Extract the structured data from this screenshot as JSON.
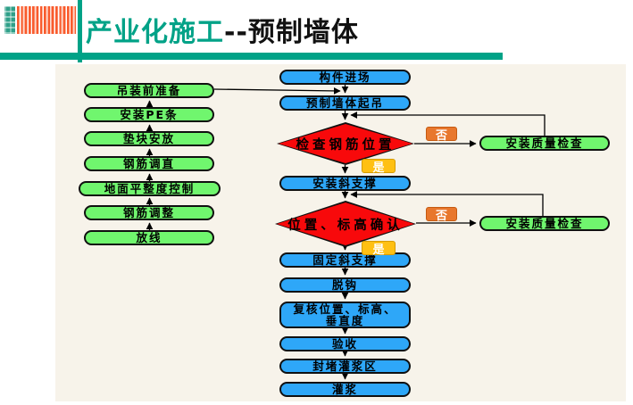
{
  "header": {
    "title_primary": "产业化施工",
    "title_secondary": "--预制墙体"
  },
  "flowchart": {
    "left_column": [
      {
        "label": "吊装前准备"
      },
      {
        "label": "安装PE条"
      },
      {
        "label": "垫块安放"
      },
      {
        "label": "钢筋调直"
      },
      {
        "label": "地面平整度控制"
      },
      {
        "label": "钢筋调整"
      },
      {
        "label": "放线"
      }
    ],
    "main_column": [
      {
        "label": "构件进场",
        "type": "process"
      },
      {
        "label": "预制墙体起吊",
        "type": "process"
      },
      {
        "label": "检查钢筋位置",
        "type": "decision"
      },
      {
        "label": "安装斜支撑",
        "type": "process"
      },
      {
        "label": "位置、标高确认",
        "type": "decision"
      },
      {
        "label": "固定斜支撑",
        "type": "process"
      },
      {
        "label": "脱钩",
        "type": "process"
      },
      {
        "label": "复核位置、标高、垂直度",
        "type": "process"
      },
      {
        "label": "验收",
        "type": "process"
      },
      {
        "label": "封堵灌浆区",
        "type": "process"
      },
      {
        "label": "灌浆",
        "type": "process"
      }
    ],
    "side_boxes": [
      {
        "label": "安装质量检查"
      },
      {
        "label": "安装质量检查"
      }
    ],
    "decision_labels": {
      "yes": "是",
      "no": "否"
    },
    "colors": {
      "accent_teal": "#00a287",
      "stripe_orange": "#f95b2d",
      "panel_bg": "#f7f3ea",
      "process_green": "#70f66e",
      "process_blue": "#2ea7f8",
      "decision_red": "#f8090b",
      "label_no_bg": "#e8772d",
      "label_yes_bg": "#ffc013"
    }
  }
}
